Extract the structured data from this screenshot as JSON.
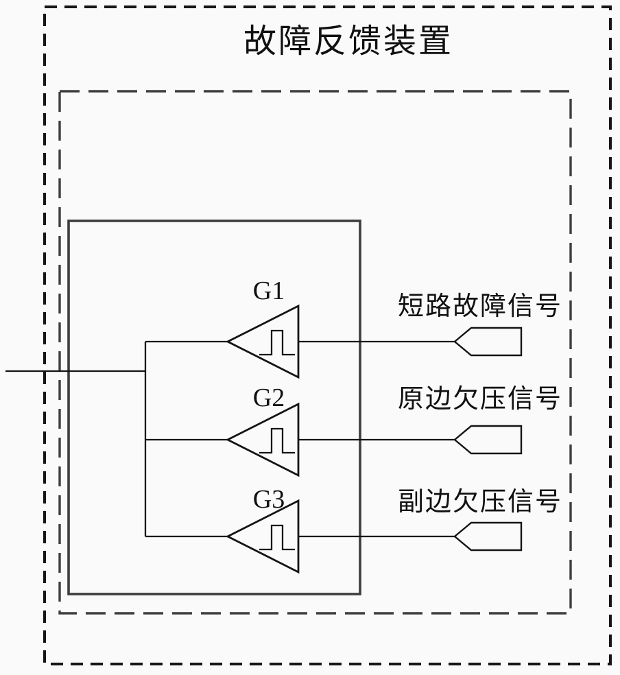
{
  "figure": {
    "title": "故障反馈装置",
    "colors": {
      "background": "#fafafa",
      "outer_border": "#161616",
      "inner_border": "#3d3d3d",
      "module_box": "#3d3d3d",
      "wire": "#141414",
      "text": "#111111"
    },
    "gates": [
      {
        "label": "G1",
        "signal": "短路故障信号",
        "icon": "pulse-trigger-icon"
      },
      {
        "label": "G2",
        "signal": "原边欠压信号",
        "icon": "pulse-trigger-icon"
      },
      {
        "label": "G3",
        "signal": "副边欠压信号",
        "icon": "pulse-trigger-icon"
      }
    ],
    "icons": {
      "gate_symbol": "left-pointing-triangle-buffer",
      "input_connector": "left-arrow-pentagon-connector"
    }
  }
}
